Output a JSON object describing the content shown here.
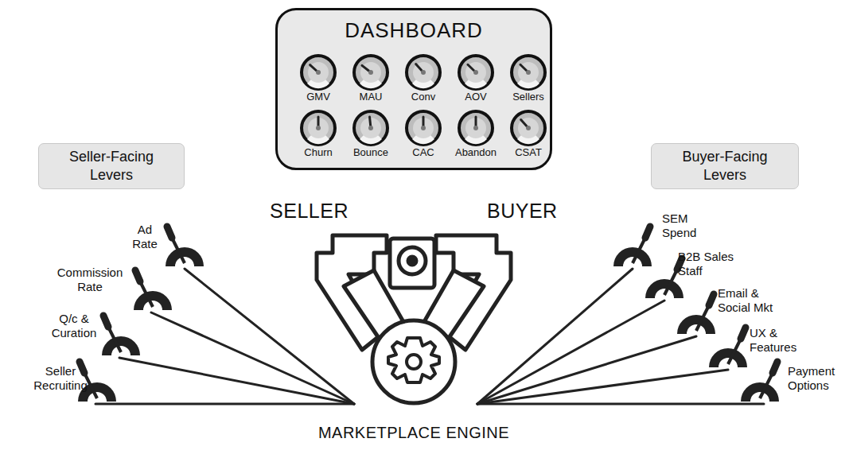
{
  "diagram": {
    "nodes": [
      {
        "text": [
          "DASHBOARD"
        ]
      },
      {
        "text": [
          "GMV"
        ],
        "in": 0
      },
      {
        "text": [
          "MAU"
        ],
        "in": 0
      },
      {
        "text": [
          "Conv"
        ],
        "in": 0
      },
      {
        "text": [
          "AOV"
        ],
        "in": 0
      },
      {
        "text": [
          "Sellers"
        ],
        "in": 0
      },
      {
        "text": [
          "Churn"
        ],
        "in": 0
      },
      {
        "text": [
          "Bounce"
        ],
        "in": 0
      },
      {
        "text": [
          "CAC"
        ],
        "in": 0
      },
      {
        "text": [
          "Abandon"
        ],
        "in": 0
      },
      {
        "text": [
          "CSAT"
        ],
        "in": 0
      },
      {
        "text": [
          "Seller-Facing Levers"
        ]
      },
      {
        "text": [
          "Buyer-Facing Levers"
        ]
      }
    ],
    "labels": [
      "SELLER",
      "BUYER",
      "Ad Rate",
      "Commission Rate",
      "Q/c & Curation",
      "Seller Recruiting",
      "SEM Spend",
      "B2B Sales Staff",
      "Email & Social Mkt",
      "UX & Features",
      "Payment Options",
      "MARKETPLACE ENGINE"
    ]
  }
}
